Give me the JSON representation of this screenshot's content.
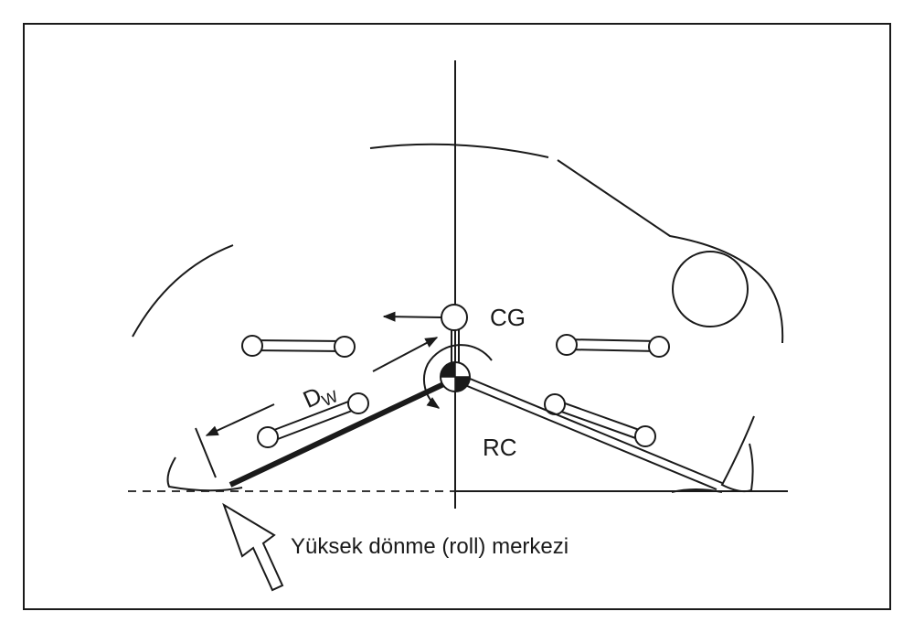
{
  "labels": {
    "cg": "CG",
    "rc": "RC",
    "dw_main": "D",
    "dw_sub": "W",
    "caption": "Yüksek dönme (roll) merkezi"
  },
  "colors": {
    "ink": "#1a1a1a",
    "background": "#ffffff"
  }
}
